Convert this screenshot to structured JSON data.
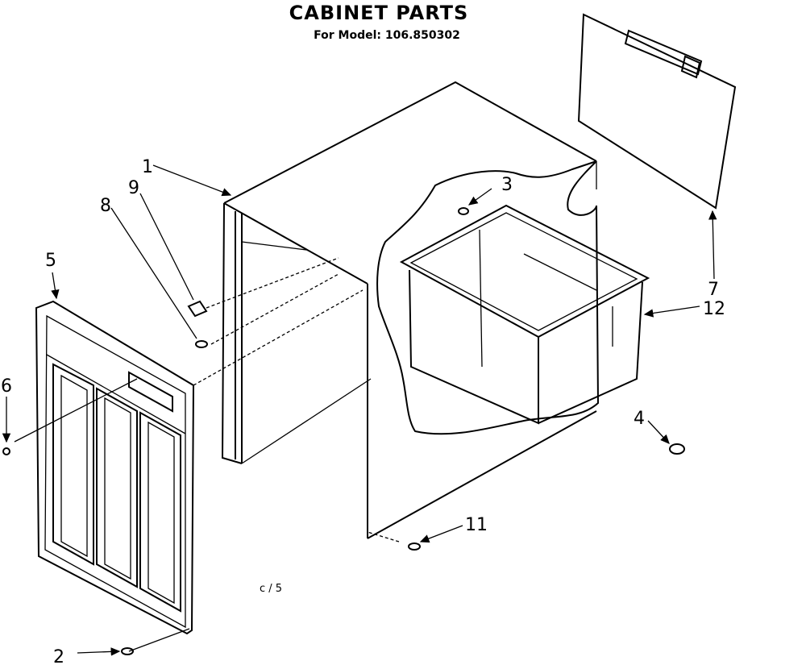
{
  "title": "CABINET PARTS",
  "subtitle": "For Model: 106.850302",
  "page_ref": "c / 5",
  "callouts": {
    "c1": "1",
    "c2": "2",
    "c3": "3",
    "c4": "4",
    "c5": "5",
    "c6": "6",
    "c7": "7",
    "c8": "8",
    "c9": "9",
    "c11": "11",
    "c12": "12"
  }
}
